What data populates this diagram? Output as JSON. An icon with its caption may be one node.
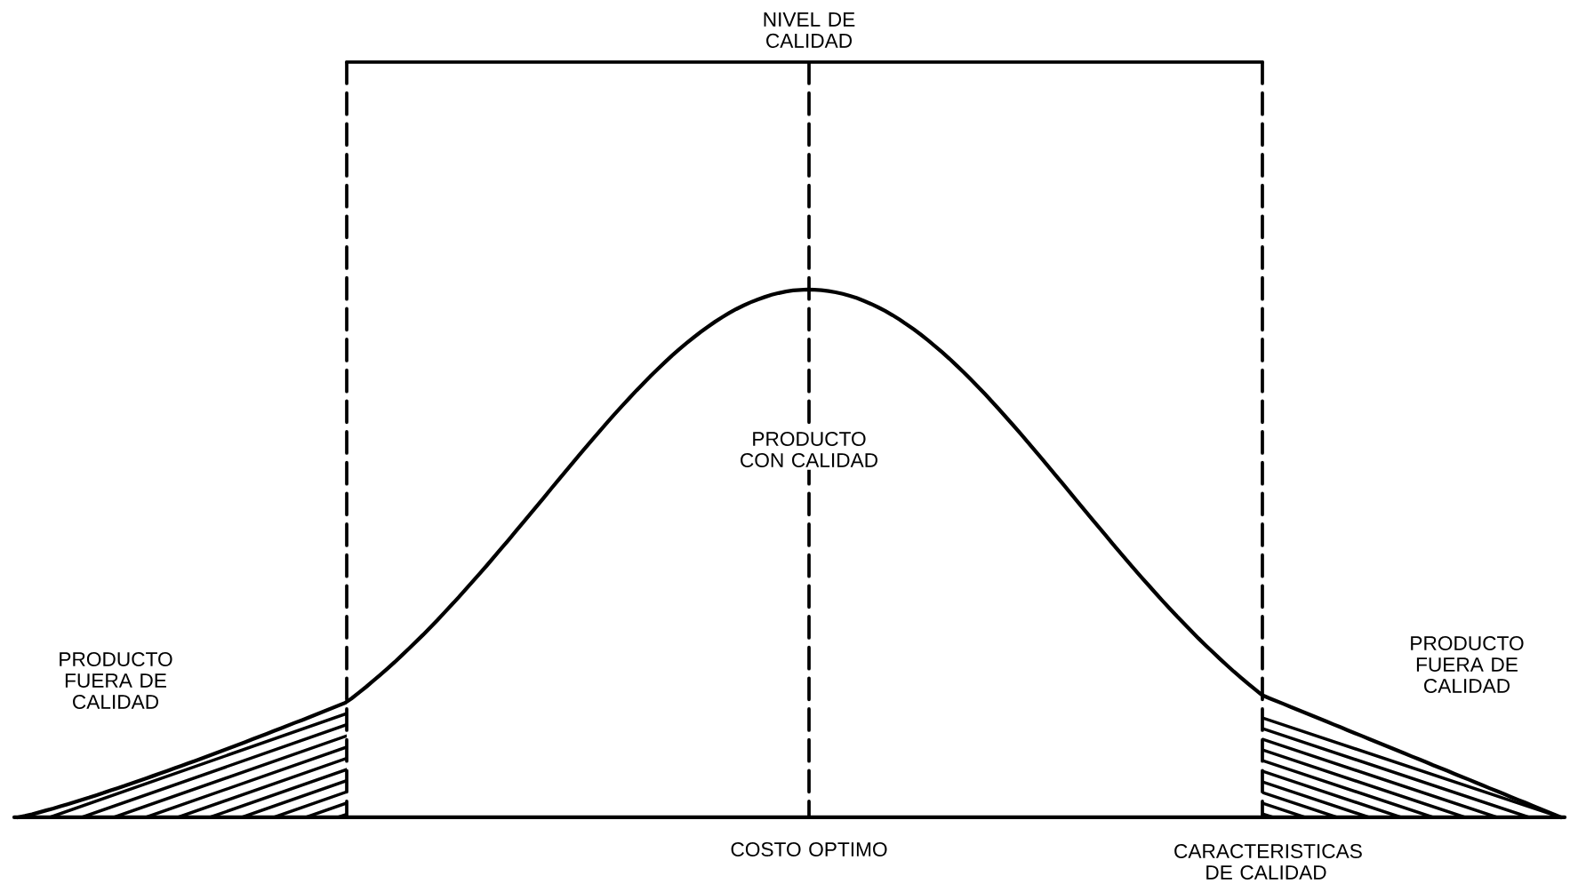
{
  "diagram": {
    "labels": [
      "NIVEL DE CALIDAD",
      "PRODUCTO CON CALIDAD",
      "PRODUCTO FUERA DE CALIDAD",
      "PRODUCTO FUERA DE CALIDAD",
      "COSTO OPTIMO",
      "CARACTERISTICAS DE CALIDAD"
    ]
  }
}
